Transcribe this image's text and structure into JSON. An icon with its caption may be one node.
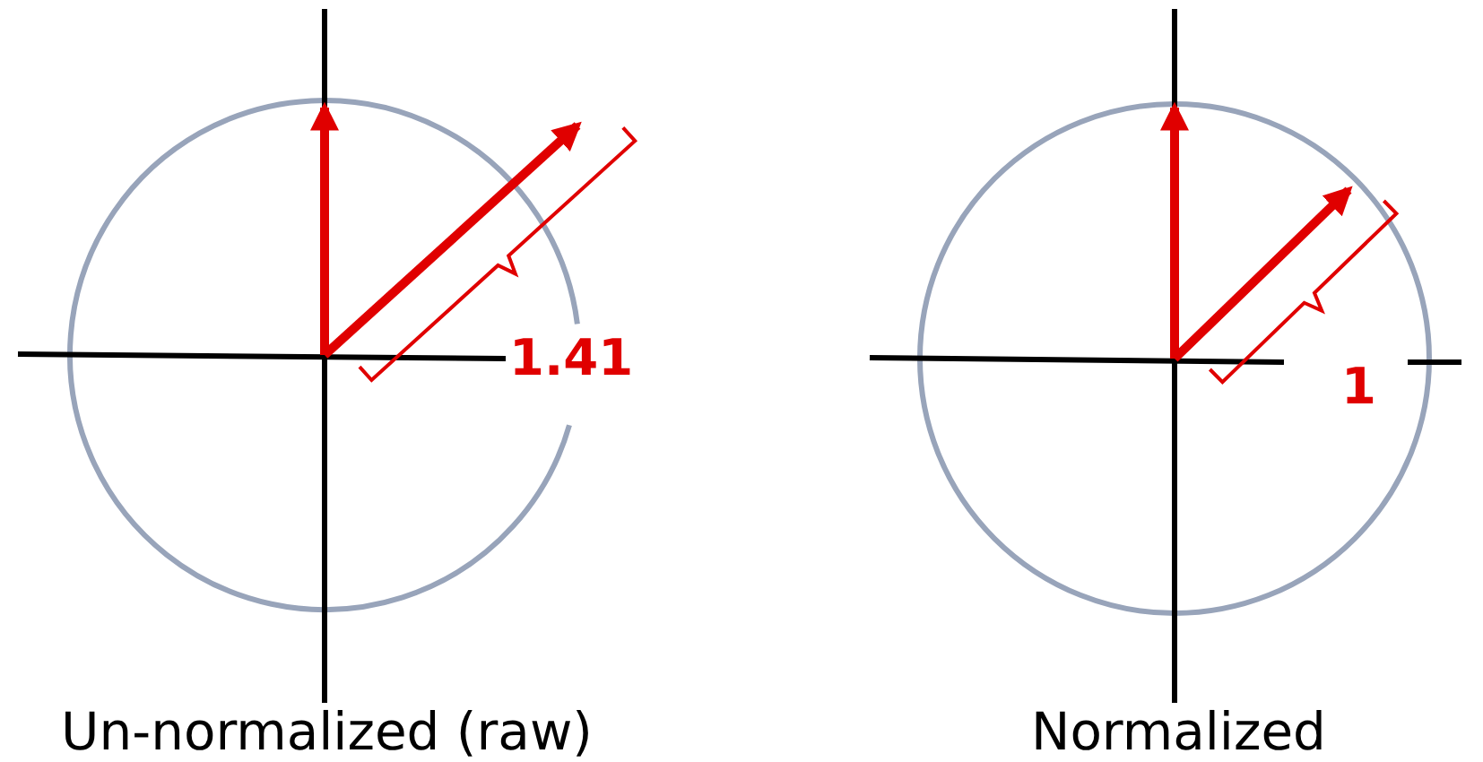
{
  "diagram": {
    "labels": [
      "1.41",
      "1",
      "Un-normalized (raw)",
      "Normalized"
    ]
  }
}
